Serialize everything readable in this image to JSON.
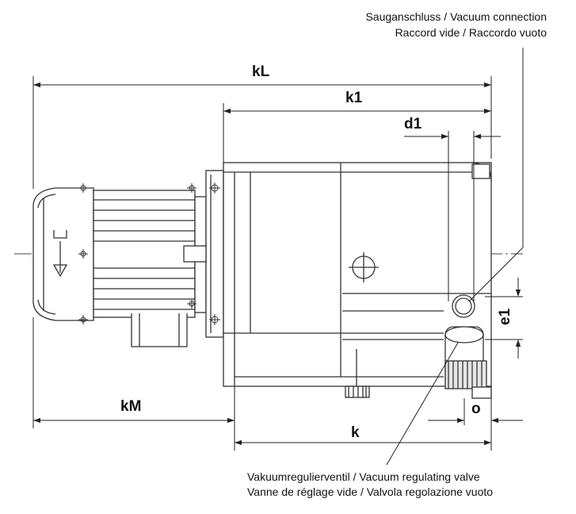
{
  "callouts": {
    "suction": {
      "line1": "Sauganschluss / Vacuum connection",
      "line2": "Raccord vide / Raccordo vuoto"
    },
    "valve": {
      "line1": "Vakuumregulierventil / Vacuum regulating valve",
      "line2": "Vanne de réglage vide / Valvola regolazione vuoto"
    }
  },
  "dimensions": {
    "kL": "kL",
    "k1": "k1",
    "d1": "d1",
    "kM": "kM",
    "k": "k",
    "o": "o",
    "e1": "e1"
  },
  "colors": {
    "line": "#3a3a3a",
    "fill": "#ffffff",
    "shade": "#d8d8d8"
  }
}
